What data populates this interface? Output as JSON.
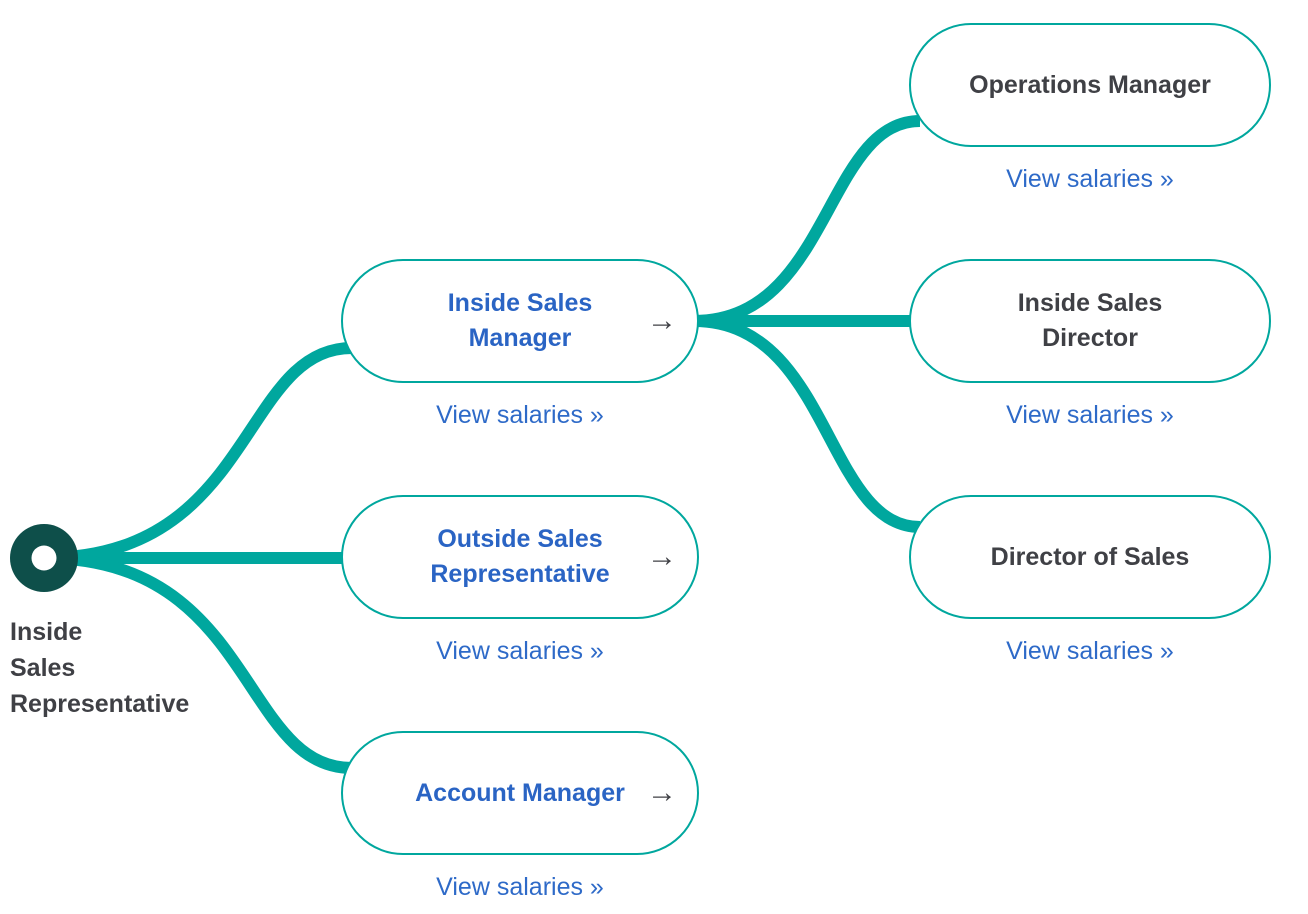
{
  "diagram": {
    "root": {
      "label": "Inside Sales Representative",
      "label_display": "Inside\nSales\nRepresentative"
    },
    "arrow_icon": "→",
    "level1": [
      {
        "title": "Inside Sales\nManager",
        "link": "View salaries »",
        "expandable": true
      },
      {
        "title": "Outside Sales\nRepresentative",
        "link": "View salaries »",
        "expandable": true
      },
      {
        "title": "Account Manager",
        "link": "View salaries »",
        "expandable": true
      }
    ],
    "level2": [
      {
        "title": "Operations Manager",
        "link": "View salaries »",
        "expandable": false
      },
      {
        "title": "Inside Sales\nDirector",
        "link": "View salaries »",
        "expandable": false
      },
      {
        "title": "Director of Sales",
        "link": "View salaries »",
        "expandable": false
      }
    ],
    "colors": {
      "connector_teal": "#00a79e",
      "root_node_dark_teal": "#0e4f4a",
      "node_border_teal": "#00a79e",
      "active_title_blue": "#2a64c4",
      "link_blue": "#2e6ac8",
      "text_dark": "#3f4045",
      "background": "#ffffff"
    }
  }
}
